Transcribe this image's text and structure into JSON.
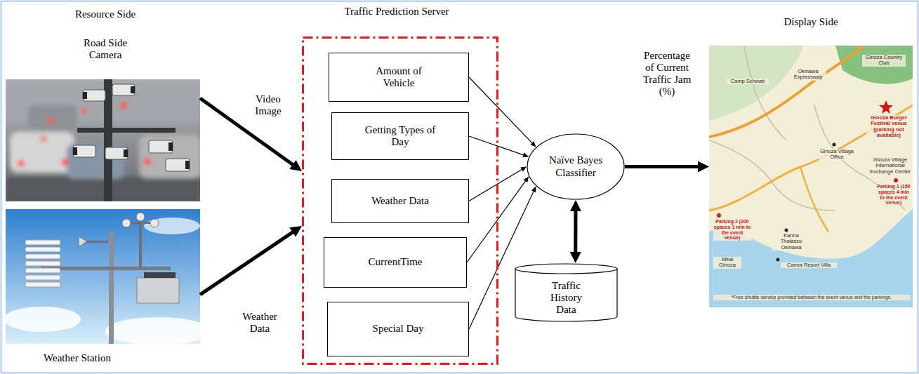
{
  "diagram": {
    "nodes": [
      {
        "text": [
          "Road Side Camera"
        ]
      },
      {
        "text": [
          "Weather Station"
        ]
      },
      {
        "text": [
          "Traffic Prediction Server"
        ]
      },
      {
        "text": [
          "Amount of Vehicle"
        ],
        "in": 2
      },
      {
        "text": [
          "Getting Types of Day"
        ],
        "in": 2
      },
      {
        "text": [
          "Weather Data"
        ],
        "in": 2
      },
      {
        "text": [
          "CurrentTime"
        ],
        "in": 2
      },
      {
        "text": [
          "Special Day"
        ],
        "in": 2
      },
      {
        "text": [
          "Naïve Bayes Classifier"
        ]
      },
      {
        "text": [
          "Traffic History Data"
        ]
      },
      {
        "text": [
          "Display Side"
        ]
      }
    ],
    "edges": [
      {
        "from": 0,
        "to": 2,
        "arrow": "to",
        "label": "Video Image"
      },
      {
        "from": 1,
        "to": 2,
        "arrow": "to",
        "label": "Weather Data"
      },
      {
        "from": 3,
        "to": 8,
        "arrow": "to"
      },
      {
        "from": 4,
        "to": 8,
        "arrow": "to"
      },
      {
        "from": 5,
        "to": 8,
        "arrow": "to"
      },
      {
        "from": 6,
        "to": 8,
        "arrow": "to"
      },
      {
        "from": 7,
        "to": 8,
        "arrow": "to"
      },
      {
        "from": 8,
        "to": 9,
        "arrow": "both"
      },
      {
        "from": 8,
        "to": 10,
        "arrow": "to",
        "label": "Percentage of Current Traffic Jam (%)"
      }
    ],
    "labels": [
      "Resource Side",
      "Ginoza Country Club",
      "Camp Schwab",
      "Okinawa Expressway",
      "Ginoza Burger Festival venue (parking not available)",
      "Ginoza Village Office",
      "Ginoza Village International Exchange Center",
      "Parking 1 (150 spaces 4 min to the event venue)",
      "Parking 2 (200 spaces 1 min to the event venue)",
      "Kanna Thalasso Okinawa",
      "Mirai Ginoza",
      "Canna Resort Villa",
      "*Free shuttle service provided between the event venue and the parkings."
    ]
  }
}
